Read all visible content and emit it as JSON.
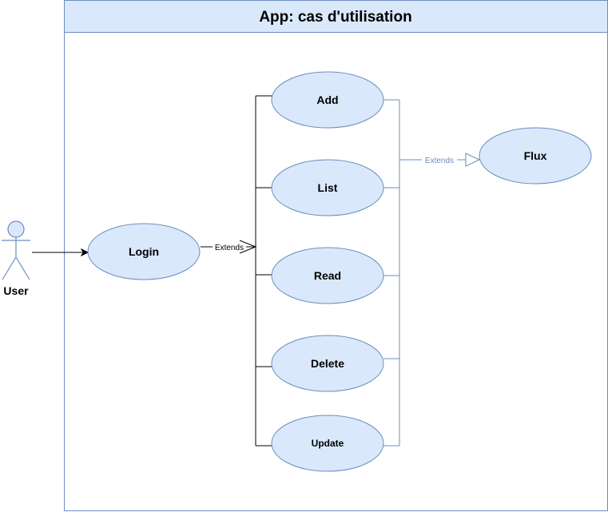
{
  "system": {
    "title": "App: cas d'utilisation"
  },
  "actor": {
    "label": "User"
  },
  "use_cases": {
    "login": "Login",
    "add": "Add",
    "list": "List",
    "read": "Read",
    "delete": "Delete",
    "update": "Update",
    "flux": "Flux"
  },
  "relations": {
    "login_extends": "Extends",
    "flux_extends": "Extends"
  },
  "colors": {
    "system_header_fill": "#dae8fc",
    "system_border": "#6c8ebf",
    "usecase_fill": "#dae8fc",
    "usecase_stroke": "#6c8ebf",
    "line_black": "#000000",
    "line_blue": "#6c8ebf"
  }
}
